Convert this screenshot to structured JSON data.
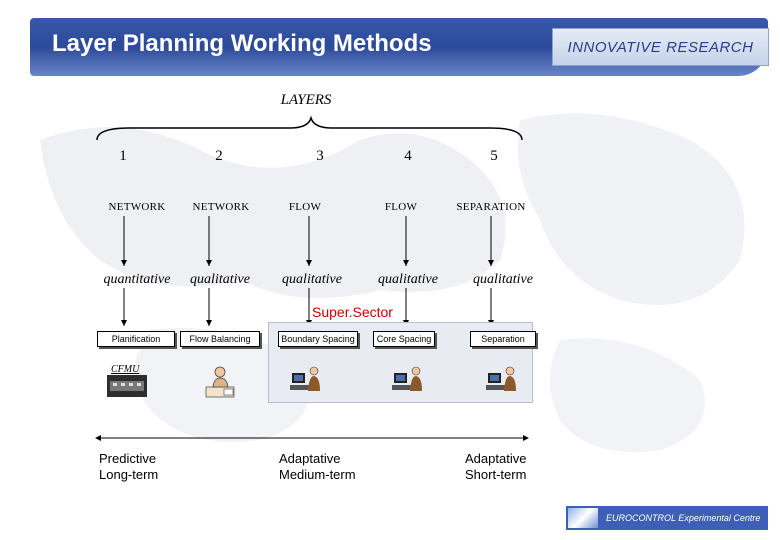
{
  "header": {
    "title": "Layer Planning Working Methods",
    "logo_text": "INNOVATIVE RESEARCH"
  },
  "diagram": {
    "layers_label": "LAYERS",
    "layers": [
      {
        "number": "1",
        "category": "NETWORK",
        "mode": "quantitative",
        "box": "Planification"
      },
      {
        "number": "2",
        "category": "NETWORK",
        "mode": "qualitative",
        "box": "Flow Balancing"
      },
      {
        "number": "3",
        "category": "FLOW",
        "mode": "qualitative",
        "box": "Boundary Spacing"
      },
      {
        "number": "4",
        "category": "FLOW",
        "mode": "qualitative",
        "box": "Core Spacing"
      },
      {
        "number": "5",
        "category": "SEPARATION",
        "mode": "qualitative",
        "box": "Separation"
      }
    ],
    "supersector_label": "Super.Sector",
    "cfmu_label": "CFMU",
    "timeline": {
      "left_line1": "Predictive",
      "left_line2": "Long-term",
      "mid_line1": "Adaptative",
      "mid_line2": "Medium-term",
      "right_line1": "Adaptative",
      "right_line2": "Short-term"
    }
  },
  "footer": {
    "text": "EUROCONTROL Experimental Centre"
  }
}
